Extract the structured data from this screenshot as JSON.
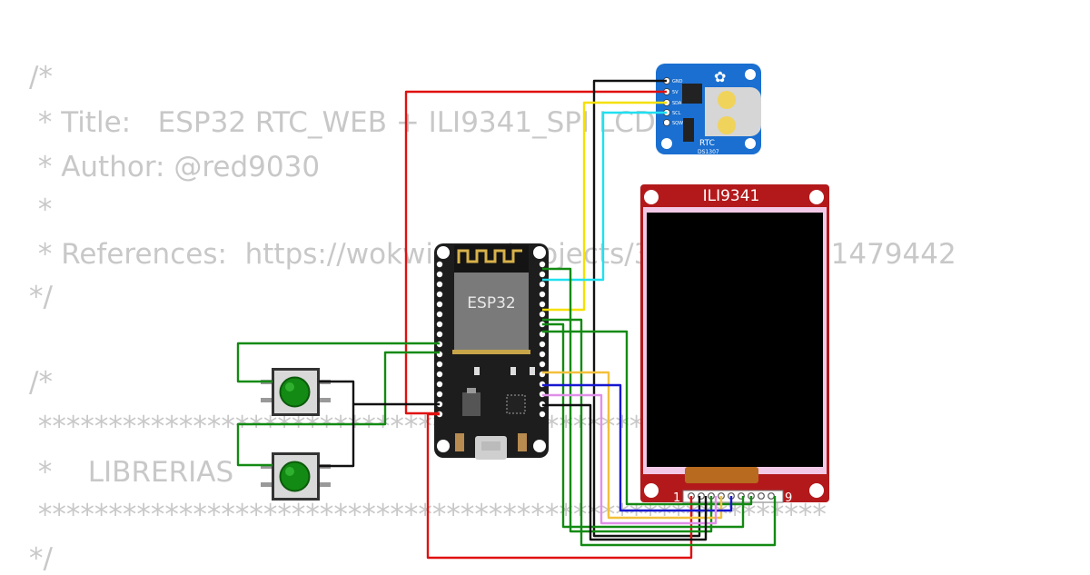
{
  "code_comment": {
    "lines": [
      "/*",
      " * Title:   ESP32 RTC_WEB + ILI9341_SPI LCD",
      " * Author: @red9030",
      " *",
      " * References:  https://wokwi.com/projects/322062421191479442",
      "*/",
      "",
      "/*",
      " ********************************************************",
      " *    LIBRERIAS",
      " ********************************************************",
      "*/"
    ]
  },
  "components": {
    "mcu": {
      "label": "ESP32"
    },
    "rtc": {
      "label": "RTC",
      "chip": "DS1307",
      "pins": [
        "GND",
        "5V",
        "SDA",
        "SCL",
        "SQW"
      ]
    },
    "display": {
      "label": "ILI9341",
      "pin_first": "1",
      "pin_last": "9"
    },
    "buttons": [
      {
        "color": "#1a8a1a"
      },
      {
        "color": "#1a8a1a"
      }
    ]
  },
  "wire_colors": {
    "red": "#e01010",
    "black": "#111111",
    "green": "#138a13",
    "yellow": "#f5e000",
    "cyan": "#20e0f0",
    "blue": "#1818d0",
    "violet": "#e090e8",
    "orange": "#f3c03a"
  }
}
